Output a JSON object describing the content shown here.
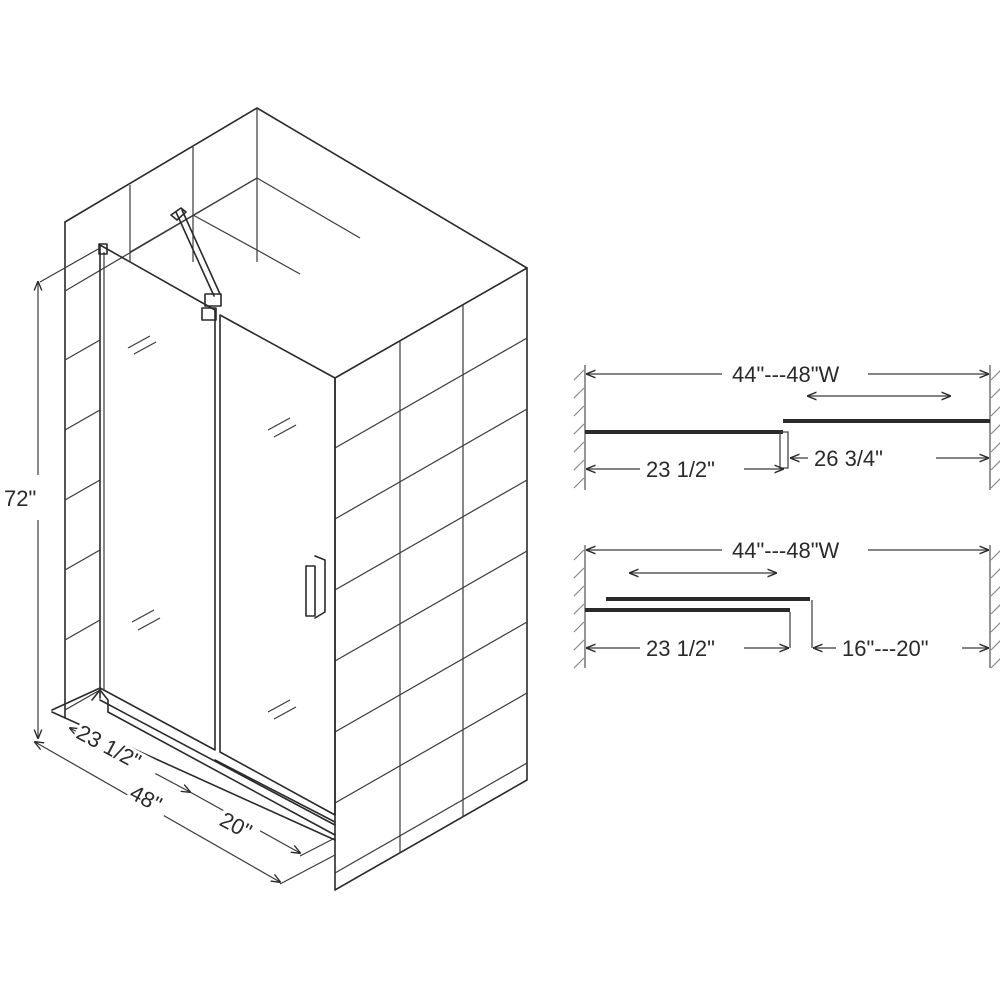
{
  "main_view": {
    "height_label": "72\"",
    "fixed_panel_label": "23 1/2\"",
    "total_width_label": "48\"",
    "door_opening_label": "20\""
  },
  "plan_closed": {
    "width_label": "44\"---48\"W",
    "fixed_label": "23 1/2\"",
    "door_label": "26 3/4\""
  },
  "plan_open": {
    "width_label": "44\"---48\"W",
    "fixed_label": "23 1/2\"",
    "opening_label": "16\"---20\""
  },
  "colors": {
    "line": "#2a2a2a",
    "hatch": "#8a8a8a",
    "background": "#ffffff"
  }
}
